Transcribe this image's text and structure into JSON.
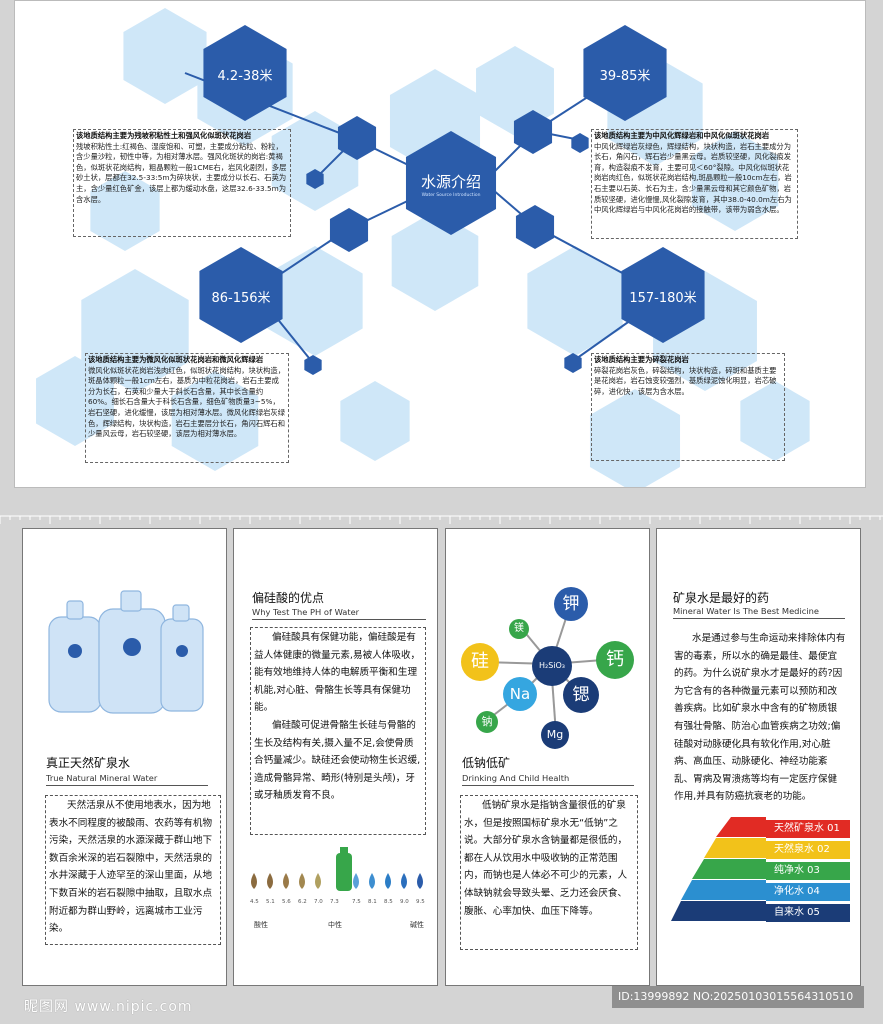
{
  "top": {
    "center": {
      "title": "水源介绍",
      "subtitle": "Water Source Introduction"
    },
    "depths": [
      "4.2-38米",
      "39-85米",
      "86-156米",
      "157-180米"
    ],
    "blocks": [
      {
        "heading": "该地质结构主要为残坡积粘性土和强风化似斑状花岗岩",
        "body": "残坡积粘性土:红褐色、湿度饱和、可塑，主要成分粘粒、粉粒，含少量沙粒，韧性中等，为相对薄水层。强风化斑状的岗岩:黄褐色，似斑状花岗结构，粗晶颗粒一般1CME右，岩风化剧烈，多层砂土状，层都在32.5-33:5m为碎块状，主要成分以长石、石英为主，含少量红色矿金，该层上都为缓动水盘，这层32.6-33.5m为含水层。"
      },
      {
        "heading": "该地质结构主要为中风化辉绿岩和中风化似斑状花岗岩",
        "body": "中风化辉绿岩灰绿色，辉绿结构，块状构造，岩石主要成分为长石，角闪石，辉石岩少量黑云母。岩质较坚硬，风化裂痕发育，构造裂痕不发育，主要可见＜60°裂隙。中风化似斑状花岗岩肉红色，似斑状花岗岩结构,斑晶颗粒一般10cm左右，岩石主要以石英、长石为主，含少量黑云母和其它颜色矿物，岩质较坚硬，进化慢慢,风化裂隙发育，其中38.0-40.0m左右为中风化辉绿岩与中风化花岗岩的接触带，该带为弱含水层。"
      },
      {
        "heading": "该地质结构主要为微风化似斑状花岗岩和微风化辉绿岩",
        "body": "微风化似斑状花岗岩浅肉红色，似斑状花岗结构，块状构造，斑晶体颗粒一般1cm左右，基质为中粒花岗岩，岩石主要成分为长石，石英和少量大于斜长石含量，其中长含量约60%。细长石含量大于科长石含量，细色矿物质量3~5%，岩石坚硬，进化缓慢，该层为相对薄水层。微风化辉绿岩灰绿色，辉绿结构，块状构造，岩石主要层分长石，角闪石辉石和少量风云母，岩石较坚硬，该层为相对薄水层。"
      },
      {
        "heading": "该地质结构主要为碎裂花岗岩",
        "body": "碎裂花岗岩灰色，碎裂结构，块状构造，碎斑和基质主要是花岗岩，岩石蚀变较强烈，基质绿泥蚀化明显，岩芯破碎，进化快，该层为含水层。"
      }
    ]
  },
  "panels": [
    {
      "title": "真正天然矿泉水",
      "subtitle": "True Natural Mineral Water",
      "body": "天然活泉从不使用地表水，因为地表水不同程度的被酸雨、农药等有机物污染，天然活泉的水源深藏于群山地下数百余米深的岩石裂隙中，天然活泉的水井深藏于人迹罕至的深山里面，从地下数百米的岩石裂隙中抽取，且取水点附近都为群山野岭，远离城市工业污染。"
    },
    {
      "title": "偏硅酸的优点",
      "subtitle": "Why Test The PH of Water",
      "body1": "偏硅酸具有保健功能，偏硅酸是有益人体健康的微量元素,易被人体吸收，能有效地维持人体的电解质平衡和生理机能,对心脏、骨骼生长等具有保健功能。",
      "body2": "偏硅酸可促进骨骼生长硅与骨骼的生长及结构有关,摄入量不足,会使骨质合钙量减少。缺硅还会使动物生长迟缓,造成骨骼异常、畸形(特别是头颅)，牙或牙釉质发育不良。",
      "ph_values": [
        "4.5",
        "5.1",
        "5.6",
        "6.2",
        "7.0",
        "7.3",
        "7.5",
        "8.1",
        "8.5",
        "9.0",
        "9.5"
      ],
      "ph_labels": [
        "酸性",
        "中性",
        "碱性"
      ]
    },
    {
      "title": "低钠低矿",
      "subtitle": "Drinking And Child Health",
      "body": "低钠矿泉水是指钠含量很低的矿泉水，但是按照国标矿泉水无“低钠”之说。大部分矿泉水含钠量都是很低的，都在人从饮用水中吸收钠的正常范围内，而钠也是人体必不可少的元素，人体缺钠就会导致头晕、乏力还会厌食、腹胀、心率加快、血压下降等。",
      "minerals": [
        "钾",
        "镁",
        "硅",
        "H₂SiO₃",
        "钙",
        "Na",
        "锶",
        "钠",
        "Mg"
      ]
    },
    {
      "title": "矿泉水是最好的药",
      "subtitle": "Mineral Water Is The Best Medicine",
      "body": "水是通过参与生命运动来排除体内有害的毒素，所以水的确是最佳、最便宜的药。为什么说矿泉水才是最好的药?因为它含有的各种微量元素可以预防和改善疾病。比如矿泉水中含有的矿物质银有强壮骨骼、防治心血管疾病之功效;偏硅酸对动脉硬化具有软化作用,对心脏病、高血压、动脉硬化、神经功能紊乱、胃病及胃溃疡等均有一定医疗保健作用,并具有防癌抗衰老的功能。",
      "pyramid": [
        "天然矿泉水 01",
        "天然泉水 02",
        "纯净水 03",
        "净化水 04",
        "自来水 05"
      ]
    }
  ],
  "watermark": {
    "left": "昵图网 www.nipic.com",
    "right": "ID:13999892 NO:20250103015564310510"
  }
}
